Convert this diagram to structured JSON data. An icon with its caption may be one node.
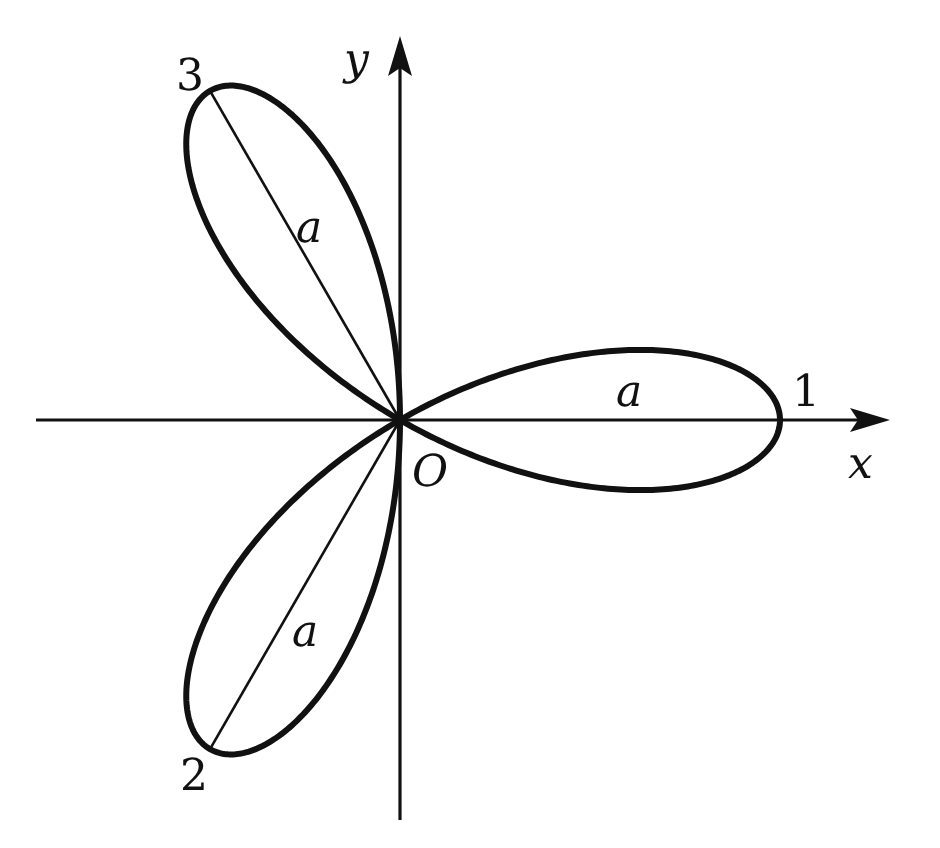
{
  "diagram": {
    "labels": [
      "3",
      "y",
      "a",
      "a",
      "1",
      "x",
      "O",
      "a",
      "2"
    ]
  }
}
